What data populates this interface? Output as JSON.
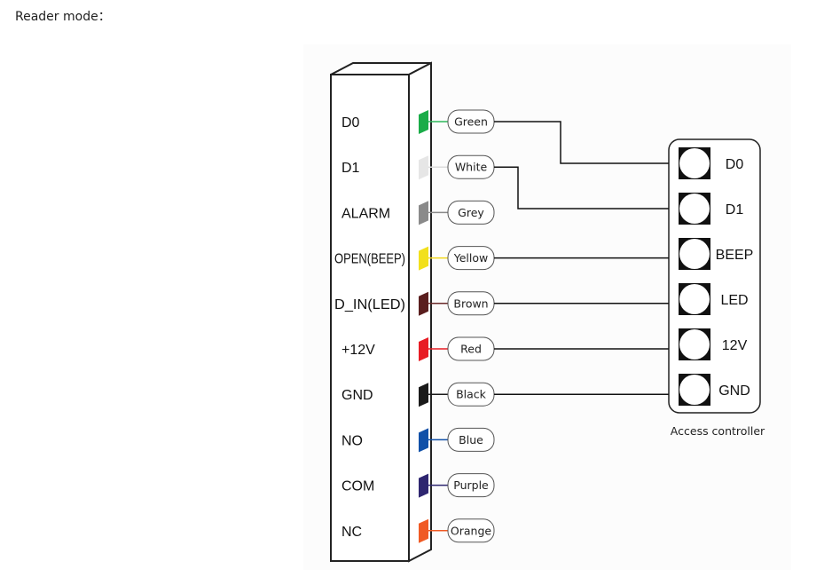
{
  "heading": "Reader mode：",
  "reader": {
    "pins": [
      {
        "label": "D0",
        "wire": "Green",
        "color": "#1aac48",
        "line_color": "#2db85a",
        "connects_to": "D0"
      },
      {
        "label": "D1",
        "wire": "White",
        "color": "#e6e6e6",
        "line_color": "#dcdcdc",
        "connects_to": "D1"
      },
      {
        "label": "ALARM",
        "wire": "Grey",
        "color": "#8a8a8a",
        "line_color": "#8a8a8a",
        "connects_to": null
      },
      {
        "label": "OPEN(BEEP)",
        "wire": "Yellow",
        "color": "#f2e01c",
        "line_color": "#f2d81c",
        "connects_to": "BEEP"
      },
      {
        "label": "D_IN(LED)",
        "wire": "Brown",
        "color": "#5a1e1e",
        "line_color": "#6a2a2a",
        "connects_to": "LED"
      },
      {
        "label": "+12V",
        "wire": "Red",
        "color": "#e81c24",
        "line_color": "#e81c24",
        "connects_to": "12V"
      },
      {
        "label": "GND",
        "wire": "Black",
        "color": "#1a1a1a",
        "line_color": "#1a1a1a",
        "connects_to": "GND"
      },
      {
        "label": "NO",
        "wire": "Blue",
        "color": "#1050a8",
        "line_color": "#1050a8",
        "connects_to": null
      },
      {
        "label": "COM",
        "wire": "Purple",
        "color": "#2e2670",
        "line_color": "#2e2670",
        "connects_to": null
      },
      {
        "label": "NC",
        "wire": "Orange",
        "color": "#f05a24",
        "line_color": "#f05a24",
        "connects_to": null
      }
    ]
  },
  "controller": {
    "terminals": [
      "D0",
      "D1",
      "BEEP",
      "LED",
      "12V",
      "GND"
    ],
    "caption": "Access controller"
  }
}
